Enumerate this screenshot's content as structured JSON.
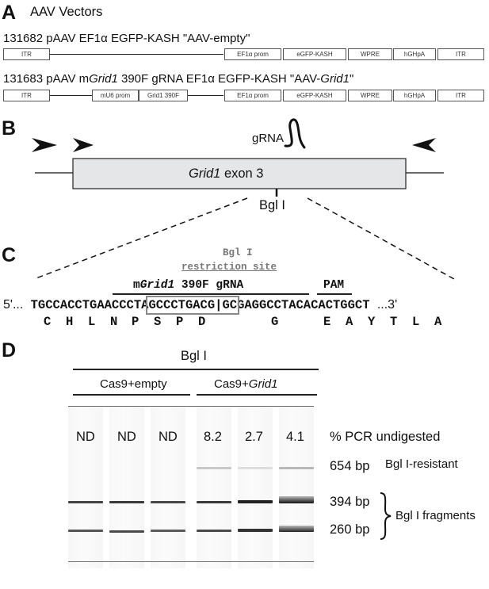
{
  "panelA": {
    "letter": "A",
    "title": "AAV Vectors",
    "vector1": {
      "label": "131682 pAAV EF1α EGFP-KASH  \"AAV-empty\"",
      "elements": [
        "ITR",
        "EF1α prom",
        "eGFP-KASH",
        "WPRE",
        "hGHpA",
        "ITR"
      ]
    },
    "vector2": {
      "label_prefix": "131683 pAAV m",
      "label_gene": "Grid1",
      "label_mid": " 390F gRNA EF1α EGFP-KASH  \"AAV-",
      "label_gene2": "Grid1",
      "label_suffix": "\"",
      "elements": [
        "ITR",
        "mU6 prom",
        "Grid1 390F",
        "EF1α prom",
        "eGFP-KASH",
        "WPRE",
        "hGHpA",
        "ITR"
      ]
    }
  },
  "panelB": {
    "letter": "B",
    "gRNA_label": "gRNA",
    "exon_gene": "Grid1",
    "exon_suffix": " exon 3",
    "site_label": "Bgl I"
  },
  "panelC": {
    "letter": "C",
    "site_line1": "Bgl I",
    "site_line2": "restriction site",
    "gRNA_prefix": "m",
    "gRNA_gene": "Grid1",
    "gRNA_suffix": " 390F gRNA",
    "pam_label": "PAM",
    "seq_start": "5'...",
    "seq_left": "TGCCACCTGAACCCTA",
    "seq_box_left": "GCCCTGACG",
    "seq_cut": "|",
    "seq_box_right": "GC",
    "seq_right": "GAGGCCTACACACTGGCT",
    "seq_end": "...3'",
    "amino_acids": [
      "C",
      "H",
      "L",
      "N",
      "P",
      "S",
      "P",
      "D",
      "G",
      "E",
      "A",
      "Y",
      "T",
      "L",
      "A"
    ]
  },
  "panelD": {
    "letter": "D",
    "enzyme": "Bgl I",
    "group1": "Cas9+empty",
    "group2_prefix": "Cas9+",
    "group2_gene": "Grid1",
    "values": [
      "ND",
      "ND",
      "ND",
      "8.2",
      "2.7",
      "4.1"
    ],
    "value_label": "% PCR undigested",
    "bands": [
      {
        "size": "654 bp",
        "note": "Bgl I-resistant"
      },
      {
        "size": "394 bp",
        "note": ""
      },
      {
        "size": "260 bp",
        "note": ""
      }
    ],
    "fragments_label": "Bgl I fragments"
  }
}
